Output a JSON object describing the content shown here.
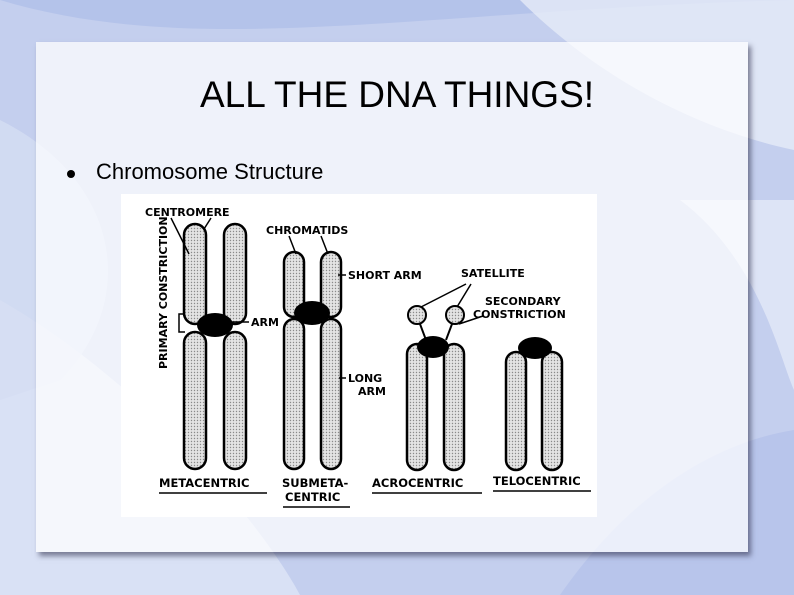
{
  "slide": {
    "title": "ALL THE DNA THINGS!",
    "bullets": [
      "Chromosome Structure"
    ]
  },
  "figure": {
    "labels": {
      "centromere": "CENTROMERE",
      "chromatids": "CHROMATIDS",
      "primary_constriction": "PRIMARY CONSTRICTION",
      "arm": "ARM",
      "short_arm": "SHORT ARM",
      "satellite": "SATELLITE",
      "secondary_constriction_1": "SECONDARY",
      "secondary_constriction_2": "CONSTRICTION",
      "long_arm_1": "LONG",
      "long_arm_2": "ARM"
    },
    "types": {
      "metacentric": "METACENTRIC",
      "submetacentric_1": "SUBMETA-",
      "submetacentric_2": "CENTRIC",
      "acrocentric": "ACROCENTRIC",
      "telocentric": "TELOCENTRIC"
    }
  },
  "colors": {
    "background": "#c9d3ee",
    "chromatid_fill": "#dcdcdc",
    "centromere": "#000000"
  }
}
